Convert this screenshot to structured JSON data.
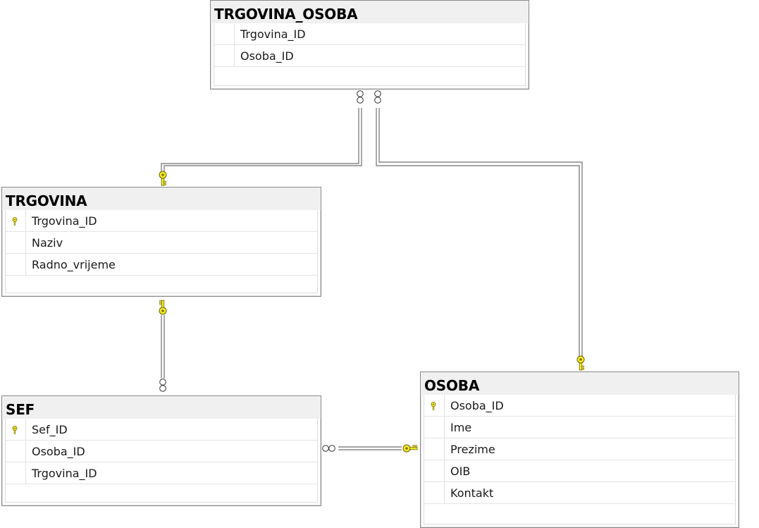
{
  "colors": {
    "key": "#f3e92a",
    "key_outline": "#6b6200",
    "line": "#6e6e6e",
    "header_bg": "#f0f0f0"
  },
  "tables": {
    "trgovina_osoba": {
      "title": "TRGOVINA_OSOBA",
      "columns": [
        {
          "name": "Trgovina_ID",
          "pk": false
        },
        {
          "name": "Osoba_ID",
          "pk": false
        }
      ]
    },
    "trgovina": {
      "title": "TRGOVINA",
      "columns": [
        {
          "name": "Trgovina_ID",
          "pk": true
        },
        {
          "name": "Naziv",
          "pk": false
        },
        {
          "name": "Radno_vrijeme",
          "pk": false
        }
      ]
    },
    "sef": {
      "title": "SEF",
      "columns": [
        {
          "name": "Sef_ID",
          "pk": true
        },
        {
          "name": "Osoba_ID",
          "pk": false
        },
        {
          "name": "Trgovina_ID",
          "pk": false
        }
      ]
    },
    "osoba": {
      "title": "OSOBA",
      "columns": [
        {
          "name": "Osoba_ID",
          "pk": true
        },
        {
          "name": "Ime",
          "pk": false
        },
        {
          "name": "Prezime",
          "pk": false
        },
        {
          "name": "OIB",
          "pk": false
        },
        {
          "name": "Kontakt",
          "pk": false
        }
      ]
    }
  },
  "relationships": [
    {
      "from": "TRGOVINA_OSOBA",
      "to": "TRGOVINA",
      "from_end": "many",
      "to_end": "one-key"
    },
    {
      "from": "TRGOVINA_OSOBA",
      "to": "OSOBA",
      "from_end": "many",
      "to_end": "one-key"
    },
    {
      "from": "SEF",
      "to": "TRGOVINA",
      "from_end": "many",
      "to_end": "one-key"
    },
    {
      "from": "SEF",
      "to": "OSOBA",
      "from_end": "many",
      "to_end": "one-key"
    }
  ]
}
